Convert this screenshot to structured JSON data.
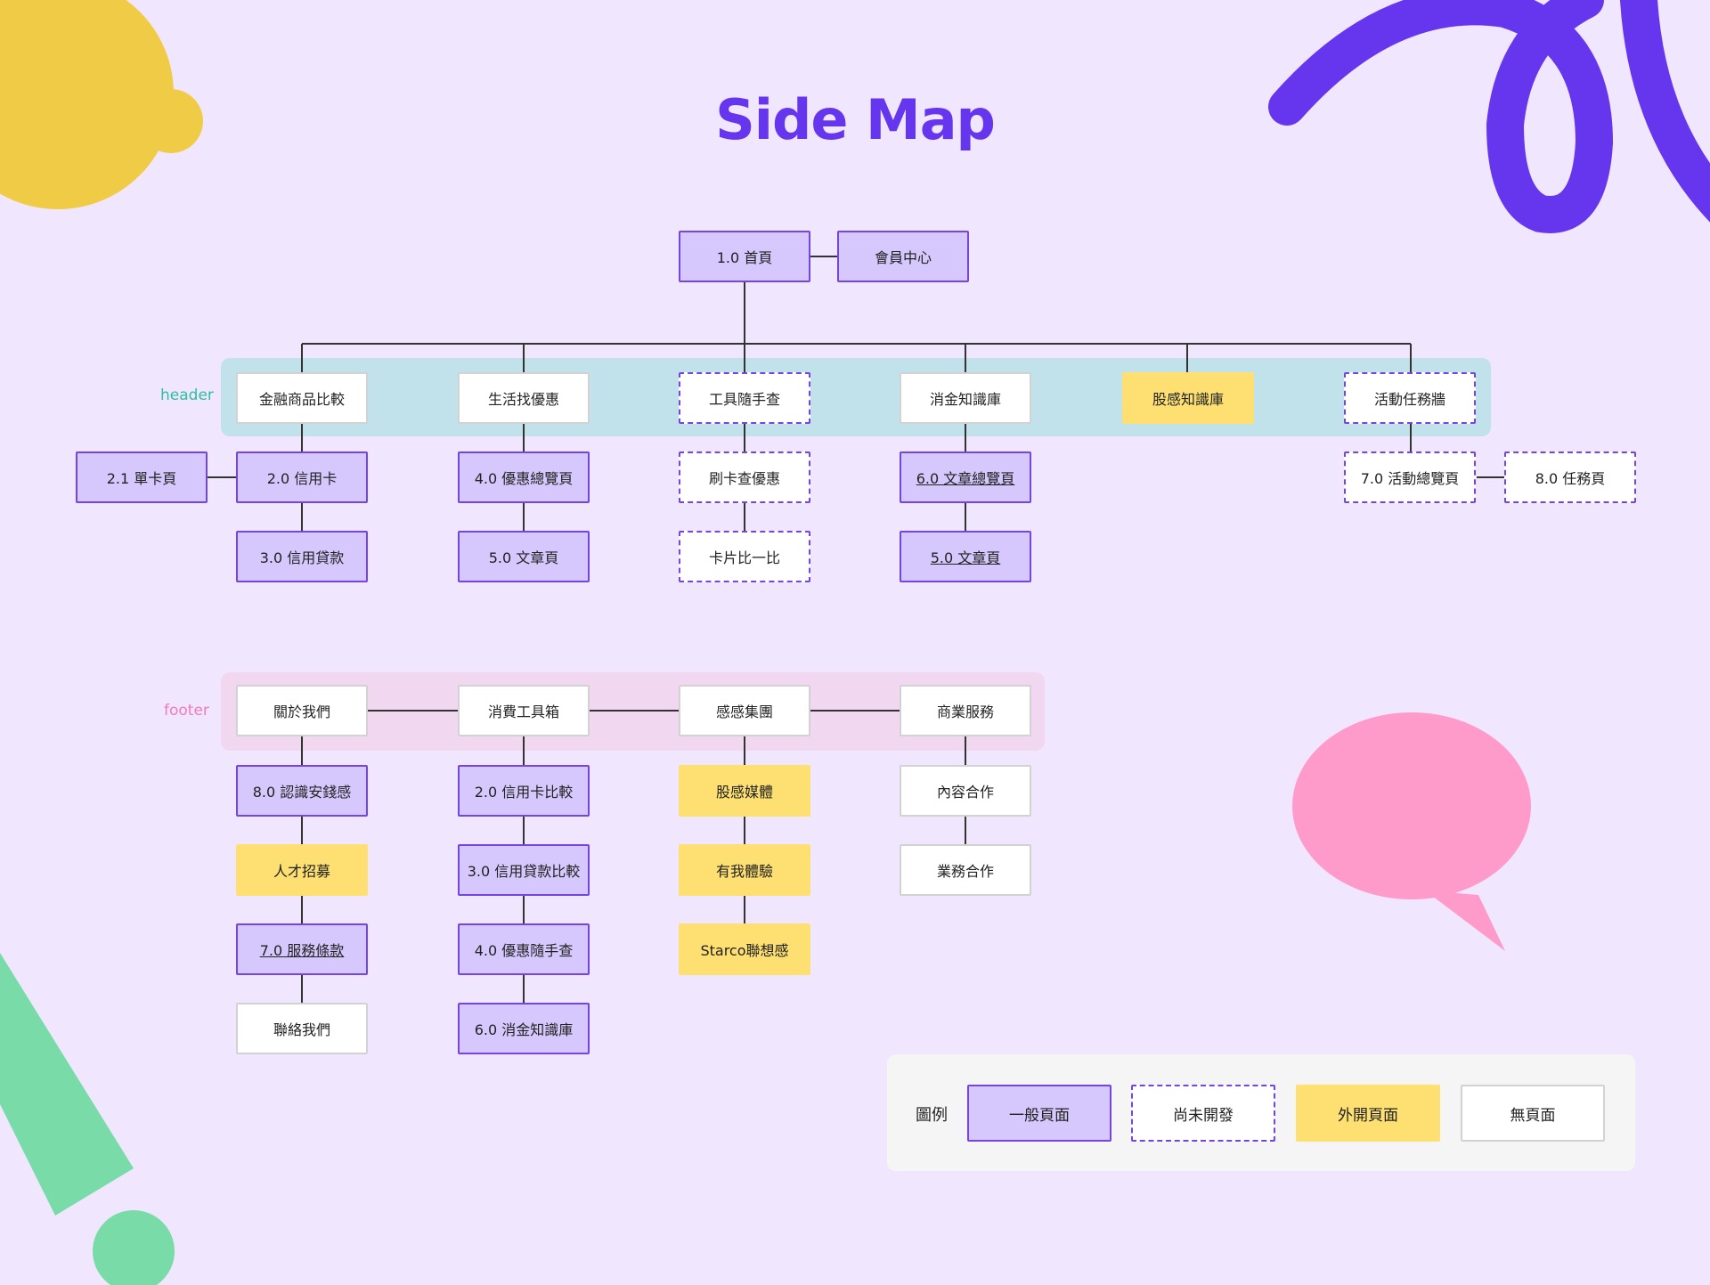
{
  "title": "Side Map",
  "colors": {
    "background": "#f0e7fe",
    "title": "#6536ee",
    "general_fill": "#d6c8fd",
    "general_border": "#7545e4",
    "external_fill": "#fde071",
    "header_band": "#c1e2ea",
    "footer_band": "#f2d7f1",
    "header_label": "#2bc09c",
    "footer_label": "#f07bbd",
    "connector": "#333333"
  },
  "bands": {
    "header": "header",
    "footer": "footer"
  },
  "nodes": {
    "home": "1.0  首頁",
    "member": "會員中心",
    "h_finance": "金融商品比較",
    "h_life": "生活找優惠",
    "h_tools": "工具隨手查",
    "h_knowledge": "消金知識庫",
    "h_stock": "股感知識庫",
    "h_event": "活動任務牆",
    "n_single_card": "2.1  單卡頁",
    "n_credit_card": "2.0  信用卡",
    "n_credit_loan": "3.0  信用貸款",
    "n_offers": "4.0  優惠總覽頁",
    "n_article_a": "5.0  文章頁",
    "n_swipe": "刷卡查優惠",
    "n_card_compare": "卡片比一比",
    "n_article_overview": "6.0  文章總覽頁",
    "n_article_b": "5.0  文章頁",
    "n_event_overview": "7.0  活動總覽頁",
    "n_task": "8.0  任務頁",
    "f_about": "關於我們",
    "f_toolbox": "消費工具箱",
    "f_group": "感感集團",
    "f_business": "商業服務",
    "f_know": "8.0  認識安錢感",
    "f_hiring": "人才招募",
    "f_terms": "7.0  服務條款",
    "f_contact": "聯絡我們",
    "f_cc_compare": "2.0 信用卡比較",
    "f_loan_compare": "3.0 信用貸款比較",
    "f_offer_lookup": "4.0 優惠隨手查",
    "f_consumer_kb": "6.0 消金知識庫",
    "f_media": "股感媒體",
    "f_experience": "有我體驗",
    "f_starco": "Starco聯想感",
    "f_content": "內容合作",
    "f_biz_coop": "業務合作"
  },
  "legend": {
    "title": "圖例",
    "general": "一般頁面",
    "undeveloped": "尚未開發",
    "external": "外開頁面",
    "no_page": "無頁面"
  }
}
